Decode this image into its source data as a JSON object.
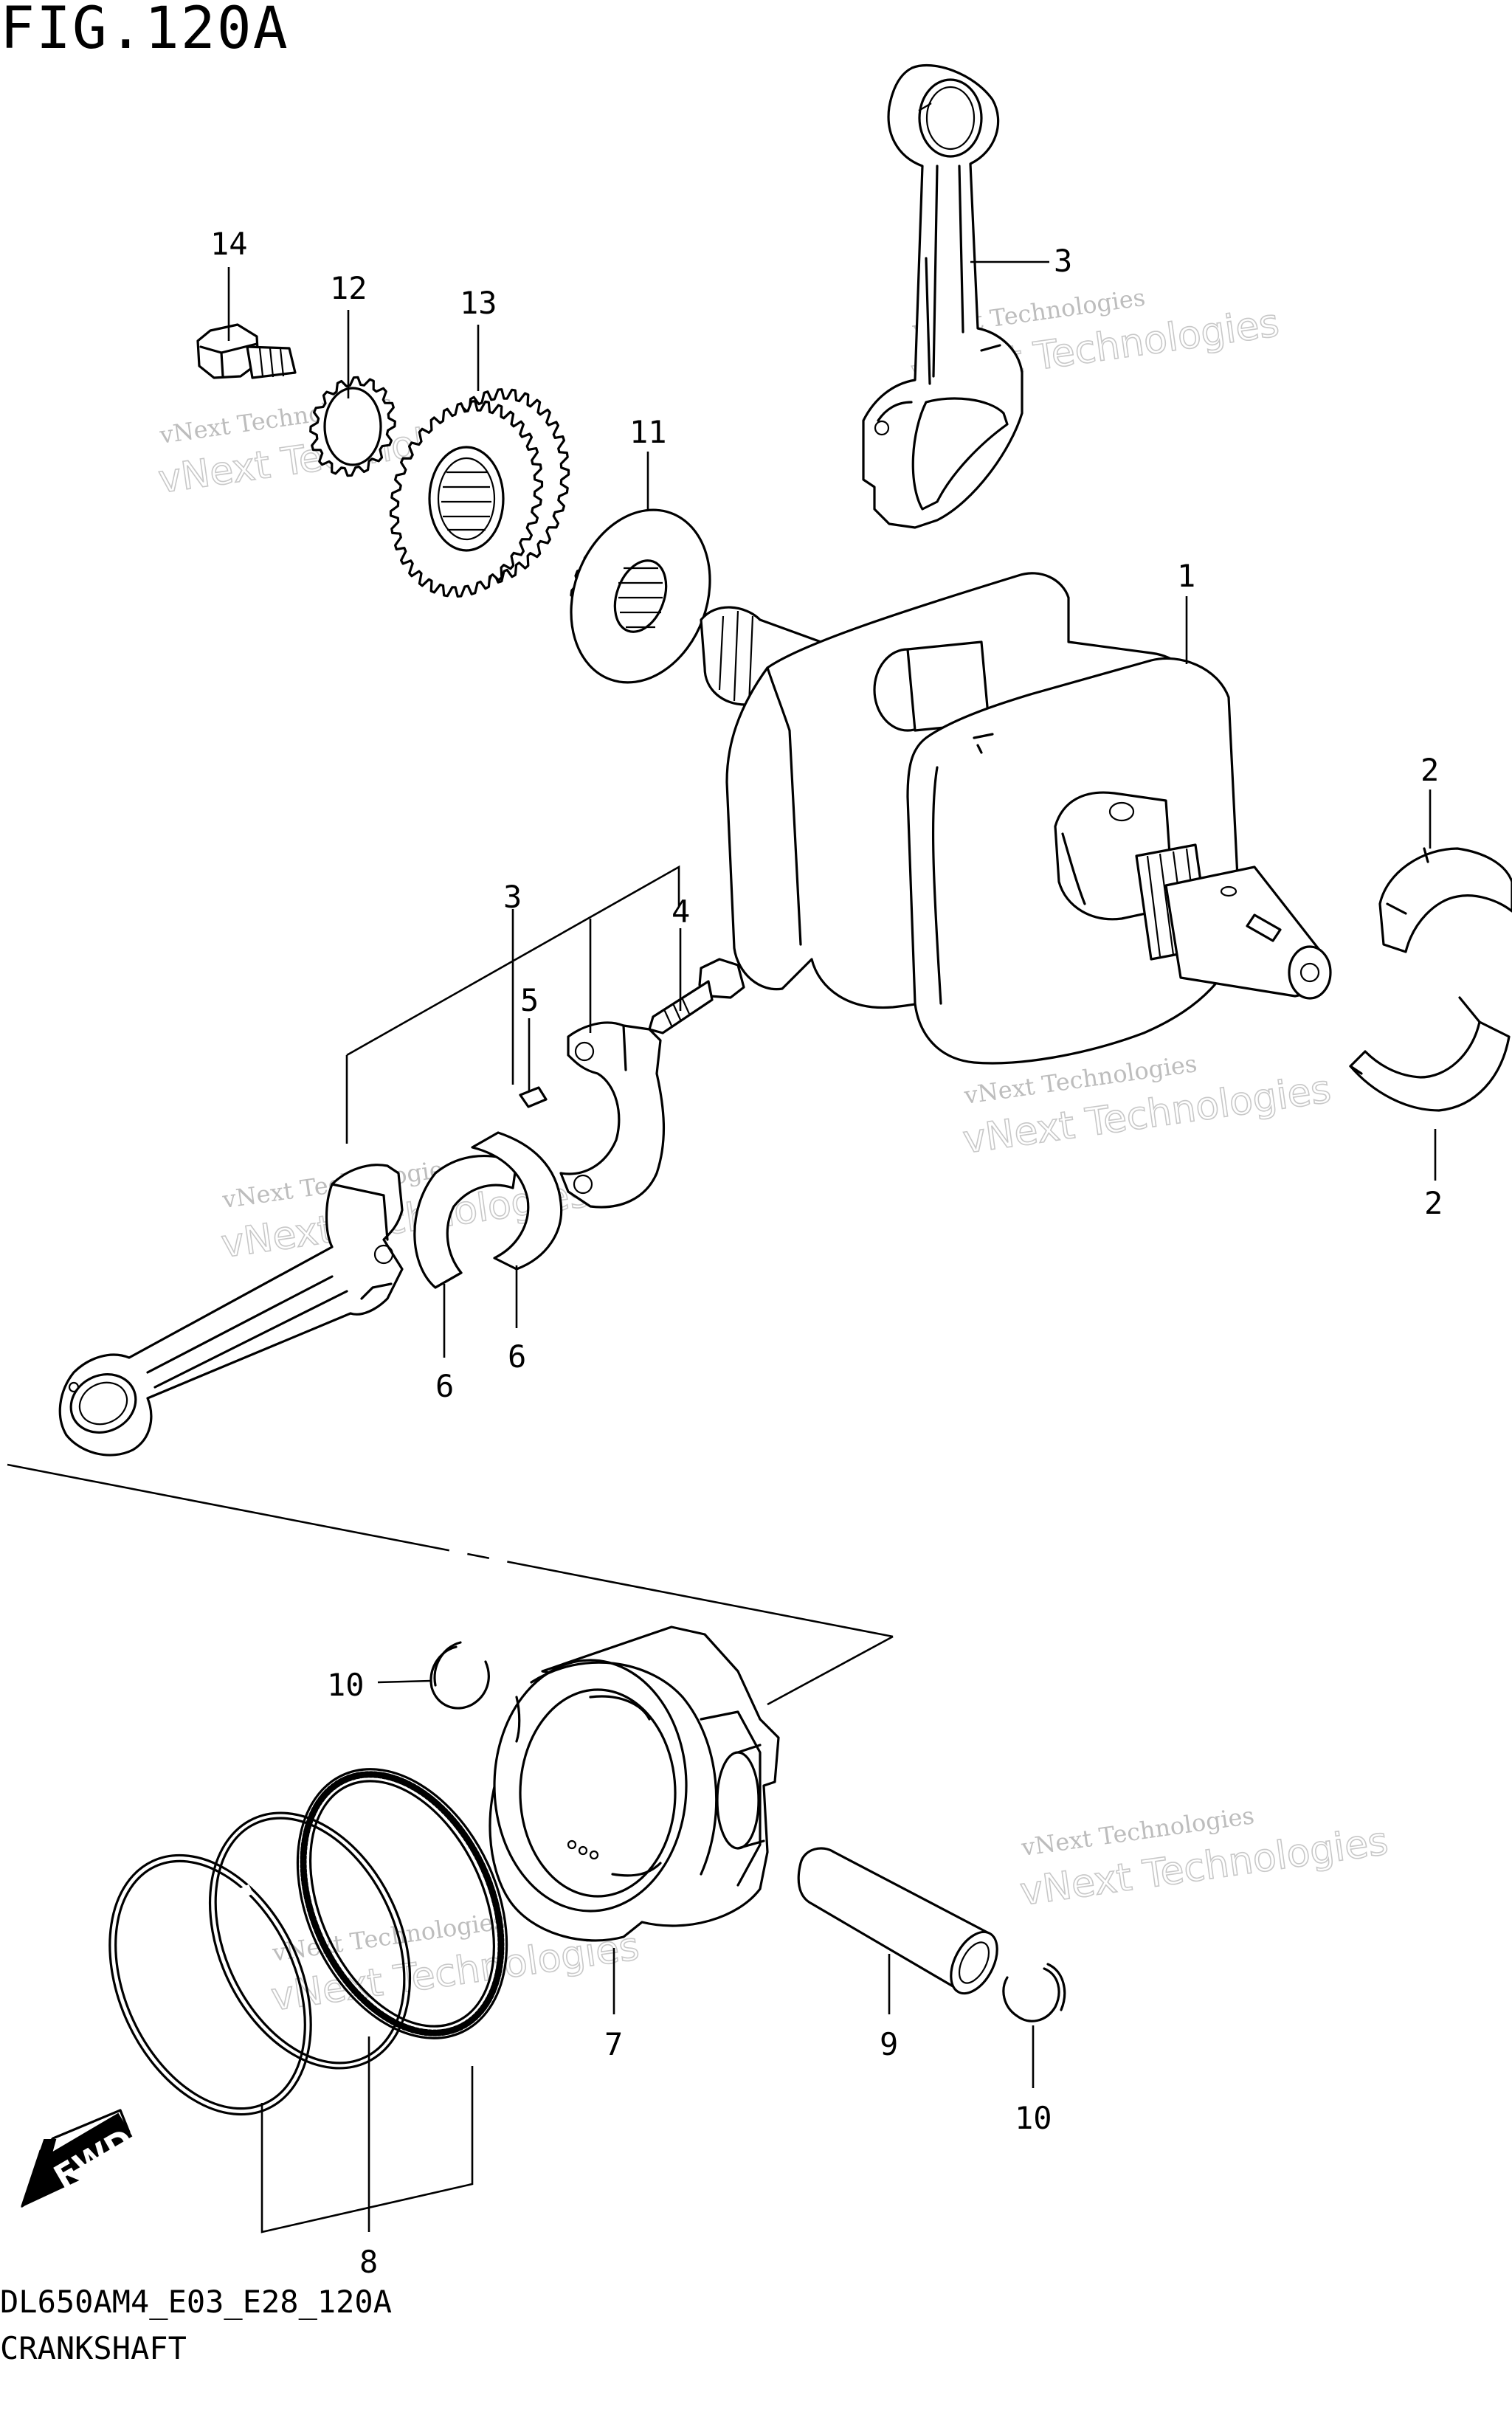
{
  "figure": {
    "title": "FIG.120A",
    "model_code": "DL650AM4_E03_E28_120A",
    "section_name": "CRANKSHAFT",
    "fwd_label": "FWD"
  },
  "watermark": {
    "line1": "vNext Technologies",
    "line2": "vNext Technologies"
  },
  "callouts": [
    {
      "id": "1",
      "label": "1"
    },
    {
      "id": "2a",
      "label": "2"
    },
    {
      "id": "2b",
      "label": "2"
    },
    {
      "id": "3a",
      "label": "3"
    },
    {
      "id": "3b",
      "label": "3"
    },
    {
      "id": "4",
      "label": "4"
    },
    {
      "id": "5",
      "label": "5"
    },
    {
      "id": "6a",
      "label": "6"
    },
    {
      "id": "6b",
      "label": "6"
    },
    {
      "id": "7",
      "label": "7"
    },
    {
      "id": "8",
      "label": "8"
    },
    {
      "id": "9",
      "label": "9"
    },
    {
      "id": "10a",
      "label": "10"
    },
    {
      "id": "10b",
      "label": "10"
    },
    {
      "id": "11",
      "label": "11"
    },
    {
      "id": "12",
      "label": "12"
    },
    {
      "id": "13",
      "label": "13"
    },
    {
      "id": "14",
      "label": "14"
    }
  ],
  "parts": [
    {
      "ref": "1",
      "name": "crankshaft"
    },
    {
      "ref": "2",
      "name": "crankshaft-bearing"
    },
    {
      "ref": "3",
      "name": "connecting-rod"
    },
    {
      "ref": "4",
      "name": "conrod-bolt"
    },
    {
      "ref": "5",
      "name": "pin"
    },
    {
      "ref": "6",
      "name": "conrod-bearing"
    },
    {
      "ref": "7",
      "name": "piston"
    },
    {
      "ref": "8",
      "name": "piston-ring-set"
    },
    {
      "ref": "9",
      "name": "piston-pin"
    },
    {
      "ref": "10",
      "name": "circlip"
    },
    {
      "ref": "11",
      "name": "washer"
    },
    {
      "ref": "12",
      "name": "sprocket-gear"
    },
    {
      "ref": "13",
      "name": "drive-gear"
    },
    {
      "ref": "14",
      "name": "bolt"
    }
  ]
}
